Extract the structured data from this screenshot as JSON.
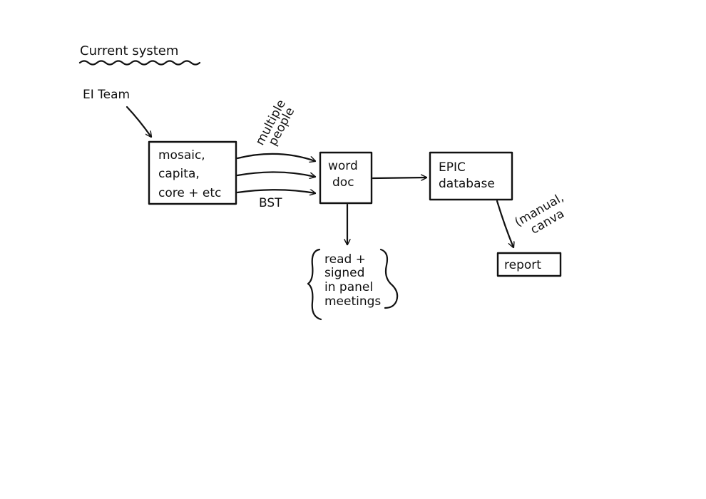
{
  "title": "Current system",
  "source": "EI Team",
  "nodes": {
    "systems": [
      "mosaic,",
      "capita,",
      "core + etc"
    ],
    "word_doc": [
      "word",
      "doc"
    ],
    "epic": [
      "EPIC",
      "database"
    ],
    "report": "report",
    "panel": [
      "read +",
      "signed",
      "in panel",
      "meetings"
    ]
  },
  "edge_labels": {
    "multiple_people": [
      "multiple",
      "people"
    ],
    "bst": "BST",
    "manual_canva": [
      "(manual,",
      "canva"
    ]
  },
  "colors": {
    "ink": "#111111",
    "background": "#ffffff"
  }
}
